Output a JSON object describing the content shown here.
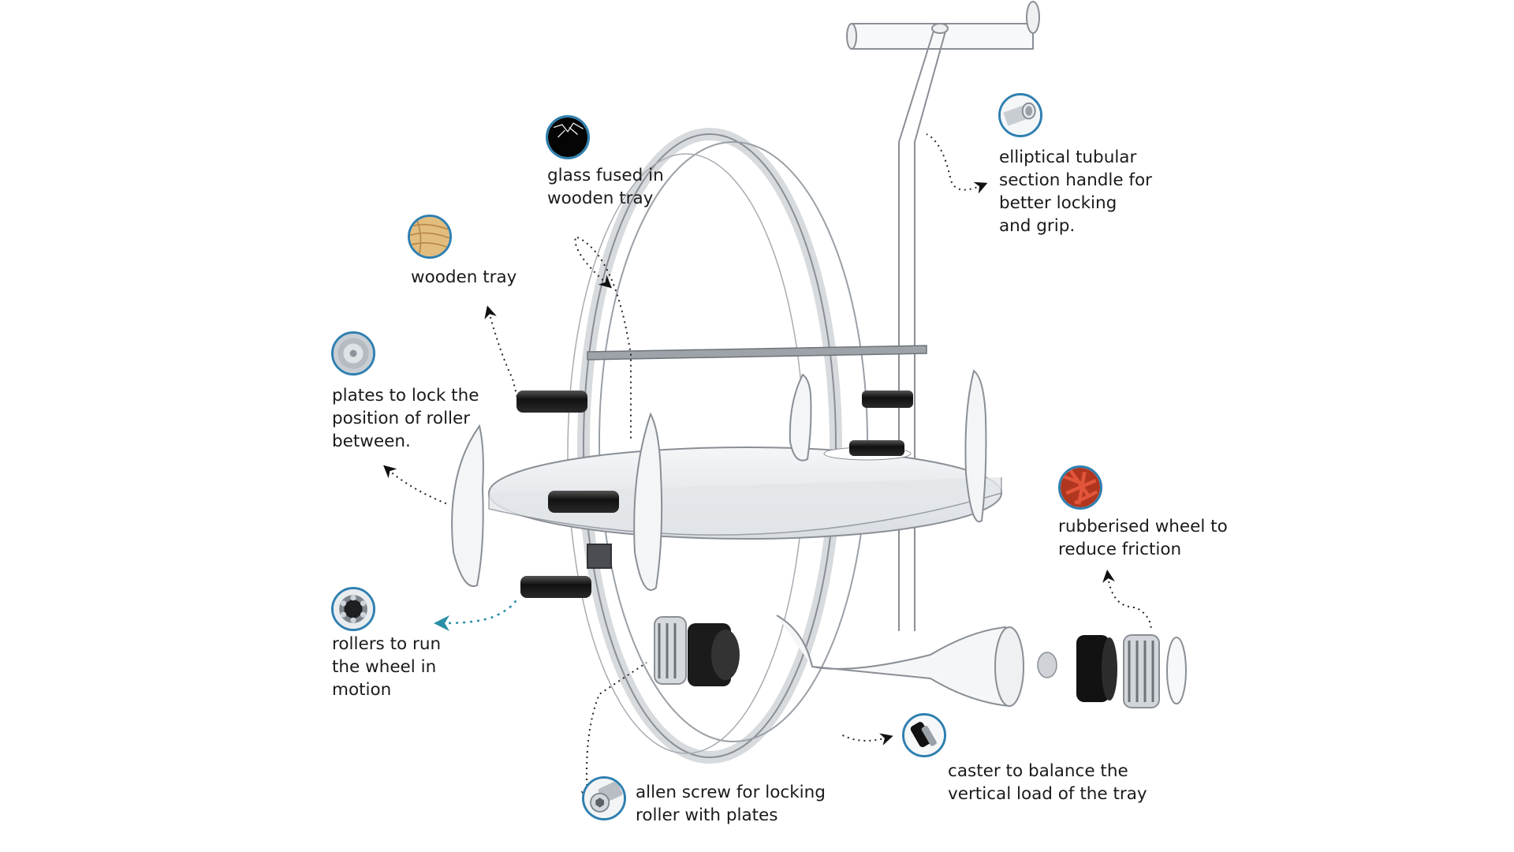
{
  "callouts": {
    "glass": {
      "text": "glass fused in\nwooden tray",
      "icon": "glass-swatch-icon"
    },
    "wooden_tray": {
      "text": "wooden tray",
      "icon": "wood-swatch-icon"
    },
    "plates": {
      "text": "plates to lock the\nposition of roller\nbetween.",
      "icon": "steel-disc-icon"
    },
    "rollers": {
      "text": "rollers to run\nthe wheel in\nmotion",
      "icon": "bearing-icon"
    },
    "allen_screw": {
      "text": "allen screw for locking\nroller with plates",
      "icon": "screw-icon"
    },
    "caster": {
      "text": "caster to balance the\nvertical load of the tray",
      "icon": "caster-icon"
    },
    "rubber_wheel": {
      "text": "rubberised wheel to\nreduce friction",
      "icon": "rubber-swatch-icon"
    },
    "handle": {
      "text": "elliptical tubular\nsection handle for\nbetter locking\nand grip.",
      "icon": "tube-icon"
    }
  },
  "colors": {
    "badge_ring": "#2f7fb0",
    "text": "#1a1a1a",
    "leader": "#222222",
    "teal_leader": "#2a8fa6",
    "outline": "#8a8f96"
  }
}
